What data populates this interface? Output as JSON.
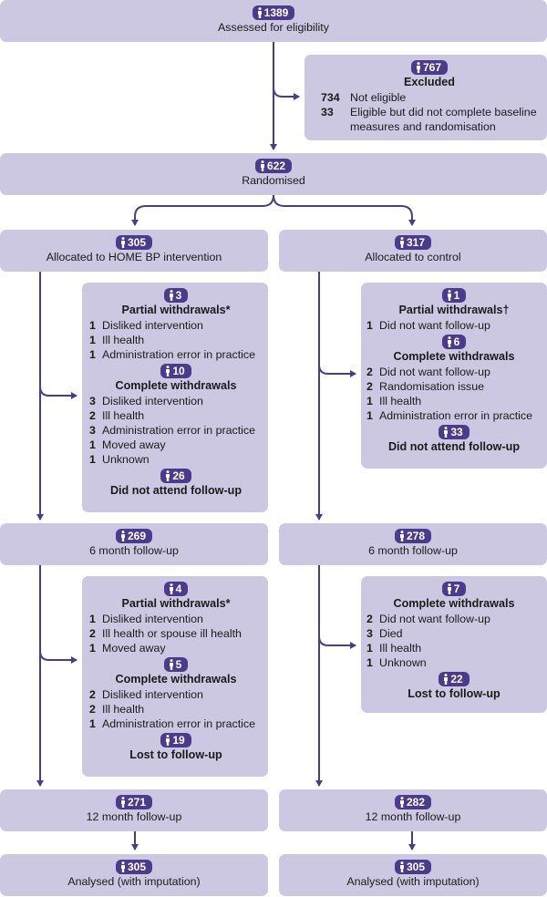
{
  "enrolment": {
    "assessed": {
      "n": "1389",
      "label": "Assessed for eligibility"
    },
    "excluded": {
      "n": "767",
      "title": "Excluded",
      "items": [
        {
          "n": "734",
          "text": "Not eligible"
        },
        {
          "n": "33",
          "text": "Eligible but did not complete baseline measures and randomisation"
        }
      ]
    },
    "randomised": {
      "n": "622",
      "label": "Randomised"
    }
  },
  "intervention": {
    "allocated": {
      "n": "305",
      "label": "Allocated to HOME BP intervention"
    },
    "withdrawals_6m": {
      "partial": {
        "n": "3",
        "title": "Partial withdrawals*",
        "items": [
          {
            "n": "1",
            "text": "Disliked intervention"
          },
          {
            "n": "1",
            "text": "Ill health"
          },
          {
            "n": "1",
            "text": "Administration error in practice"
          }
        ]
      },
      "complete": {
        "n": "10",
        "title": "Complete withdrawals",
        "items": [
          {
            "n": "3",
            "text": "Disliked intervention"
          },
          {
            "n": "2",
            "text": "Ill health"
          },
          {
            "n": "3",
            "text": "Administration error in practice"
          },
          {
            "n": "1",
            "text": "Moved away"
          },
          {
            "n": "1",
            "text": "Unknown"
          }
        ]
      },
      "not_attend": {
        "n": "26",
        "title": "Did not attend follow-up"
      }
    },
    "followup_6m": {
      "n": "269",
      "label": "6 month follow-up"
    },
    "withdrawals_12m": {
      "partial": {
        "n": "4",
        "title": "Partial withdrawals*",
        "items": [
          {
            "n": "1",
            "text": "Disliked intervention"
          },
          {
            "n": "2",
            "text": "Ill health or spouse ill health"
          },
          {
            "n": "1",
            "text": "Moved away"
          }
        ]
      },
      "complete": {
        "n": "5",
        "title": "Complete withdrawals",
        "items": [
          {
            "n": "2",
            "text": "Disliked intervention"
          },
          {
            "n": "2",
            "text": "Ill health"
          },
          {
            "n": "1",
            "text": "Administration error in practice"
          }
        ]
      },
      "lost": {
        "n": "19",
        "title": "Lost to follow-up"
      }
    },
    "followup_12m": {
      "n": "271",
      "label": "12 month follow-up"
    },
    "analysed": {
      "n": "305",
      "label": "Analysed (with imputation)"
    }
  },
  "control": {
    "allocated": {
      "n": "317",
      "label": "Allocated to control"
    },
    "withdrawals_6m": {
      "partial": {
        "n": "1",
        "title": "Partial withdrawals†",
        "items": [
          {
            "n": "1",
            "text": "Did not want follow-up"
          }
        ]
      },
      "complete": {
        "n": "6",
        "title": "Complete withdrawals",
        "items": [
          {
            "n": "2",
            "text": "Did not want follow-up"
          },
          {
            "n": "2",
            "text": "Randomisation issue"
          },
          {
            "n": "1",
            "text": "Ill health"
          },
          {
            "n": "1",
            "text": "Administration error in practice"
          }
        ]
      },
      "not_attend": {
        "n": "33",
        "title": "Did not attend follow-up"
      }
    },
    "followup_6m": {
      "n": "278",
      "label": "6 month follow-up"
    },
    "withdrawals_12m": {
      "complete": {
        "n": "7",
        "title": "Complete withdrawals",
        "items": [
          {
            "n": "2",
            "text": "Did not want follow-up"
          },
          {
            "n": "3",
            "text": "Died"
          },
          {
            "n": "1",
            "text": "Ill health"
          },
          {
            "n": "1",
            "text": "Unknown"
          }
        ]
      },
      "lost": {
        "n": "22",
        "title": "Lost to follow-up"
      }
    },
    "followup_12m": {
      "n": "282",
      "label": "12 month follow-up"
    },
    "analysed": {
      "n": "305",
      "label": "Analysed (with imputation)"
    }
  },
  "colors": {
    "box": "#cdc8e2",
    "badge": "#4b3b8c",
    "line": "#4b3b8c"
  },
  "icons": {
    "badge": "person-icon"
  }
}
